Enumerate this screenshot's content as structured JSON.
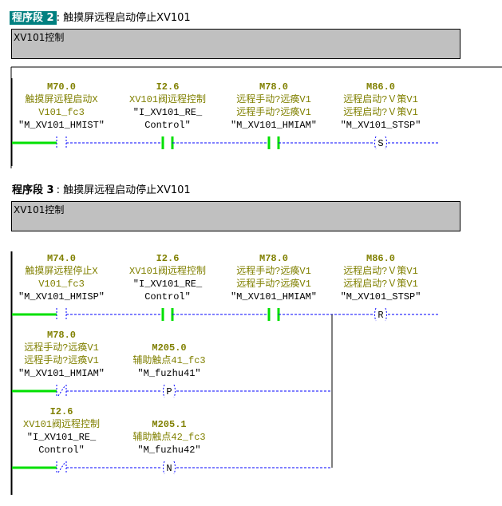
{
  "networks": [
    {
      "label": "程序段 2",
      "title": ": 触摸屏远程启动停止XV101",
      "highlighted": true,
      "comment": "XV101控制",
      "rungs": [
        {
          "elements": [
            {
              "type": "contact-no",
              "active": false,
              "address": "M70.0",
              "comment": [
                "触摸屏远程启动X",
                "V101_fc3"
              ],
              "symbol": [
                "\"M_XV101_HMIST\""
              ]
            },
            {
              "type": "contact-no",
              "active": true,
              "address": "I2.6",
              "comment": [
                "XV101阀远程控制"
              ],
              "symbol": [
                "\"I_XV101_RE_",
                "Control\""
              ]
            },
            {
              "type": "contact-no",
              "active": true,
              "address": "M78.0",
              "comment": [
                "远程手动?远痪V1",
                "远程手动?远痪V1"
              ],
              "symbol": [
                "\"M_XV101_HMIAM\""
              ]
            },
            {
              "type": "coil",
              "letter": "S",
              "address": "M86.0",
              "comment": [
                "远程启动?Ｖ策V1",
                "远程启动?Ｖ策V1"
              ],
              "symbol": [
                "\"M_XV101_STSP\""
              ]
            }
          ]
        }
      ]
    },
    {
      "label": "程序段 3",
      "title": ": 触摸屏远程启动停止XV101",
      "highlighted": false,
      "comment": "XV101控制",
      "rungs": [
        {
          "elements": [
            {
              "type": "contact-no",
              "active": false,
              "address": "M74.0",
              "comment": [
                "触摸屏远程停止X",
                "V101_fc3"
              ],
              "symbol": [
                "\"M_XV101_HMISP\""
              ]
            },
            {
              "type": "contact-no",
              "active": true,
              "address": "I2.6",
              "comment": [
                "XV101阀远程控制"
              ],
              "symbol": [
                "\"I_XV101_RE_",
                "Control\""
              ]
            },
            {
              "type": "contact-no",
              "active": true,
              "address": "M78.0",
              "comment": [
                "远程手动?远痪V1",
                "远程手动?远痪V1"
              ],
              "symbol": [
                "\"M_XV101_HMIAM\""
              ]
            },
            {
              "type": "coil",
              "letter": "R",
              "address": "M86.0",
              "comment": [
                "远程启动?Ｖ策V1",
                "远程启动?Ｖ策V1"
              ],
              "symbol": [
                "\"M_XV101_STSP\""
              ]
            }
          ]
        },
        {
          "elements": [
            {
              "type": "contact-nc",
              "active": false,
              "address": "M78.0",
              "comment": [
                "远程手动?远痪V1",
                "远程手动?远痪V1"
              ],
              "symbol": [
                "\"M_XV101_HMIAM\""
              ]
            },
            {
              "type": "coil",
              "letter": "P",
              "address": "M205.0",
              "comment": [
                "辅助触点41_fc3"
              ],
              "symbol": [
                "\"M_fuzhu41\""
              ]
            }
          ]
        },
        {
          "elements": [
            {
              "type": "contact-nc",
              "active": false,
              "address": "I2.6",
              "comment": [
                "XV101阀远程控制"
              ],
              "symbol": [
                "\"I_XV101_RE_",
                "Control\""
              ]
            },
            {
              "type": "coil",
              "letter": "N",
              "address": "M205.1",
              "comment": [
                "辅助触点42_fc3"
              ],
              "symbol": [
                "\"M_fuzhu42\""
              ]
            }
          ]
        }
      ]
    }
  ],
  "colors": {
    "wire": "#0000ff",
    "active": "#00e000",
    "address": "#808000",
    "title_highlight": "#008080",
    "comment_bg": "#c0c0c0"
  }
}
